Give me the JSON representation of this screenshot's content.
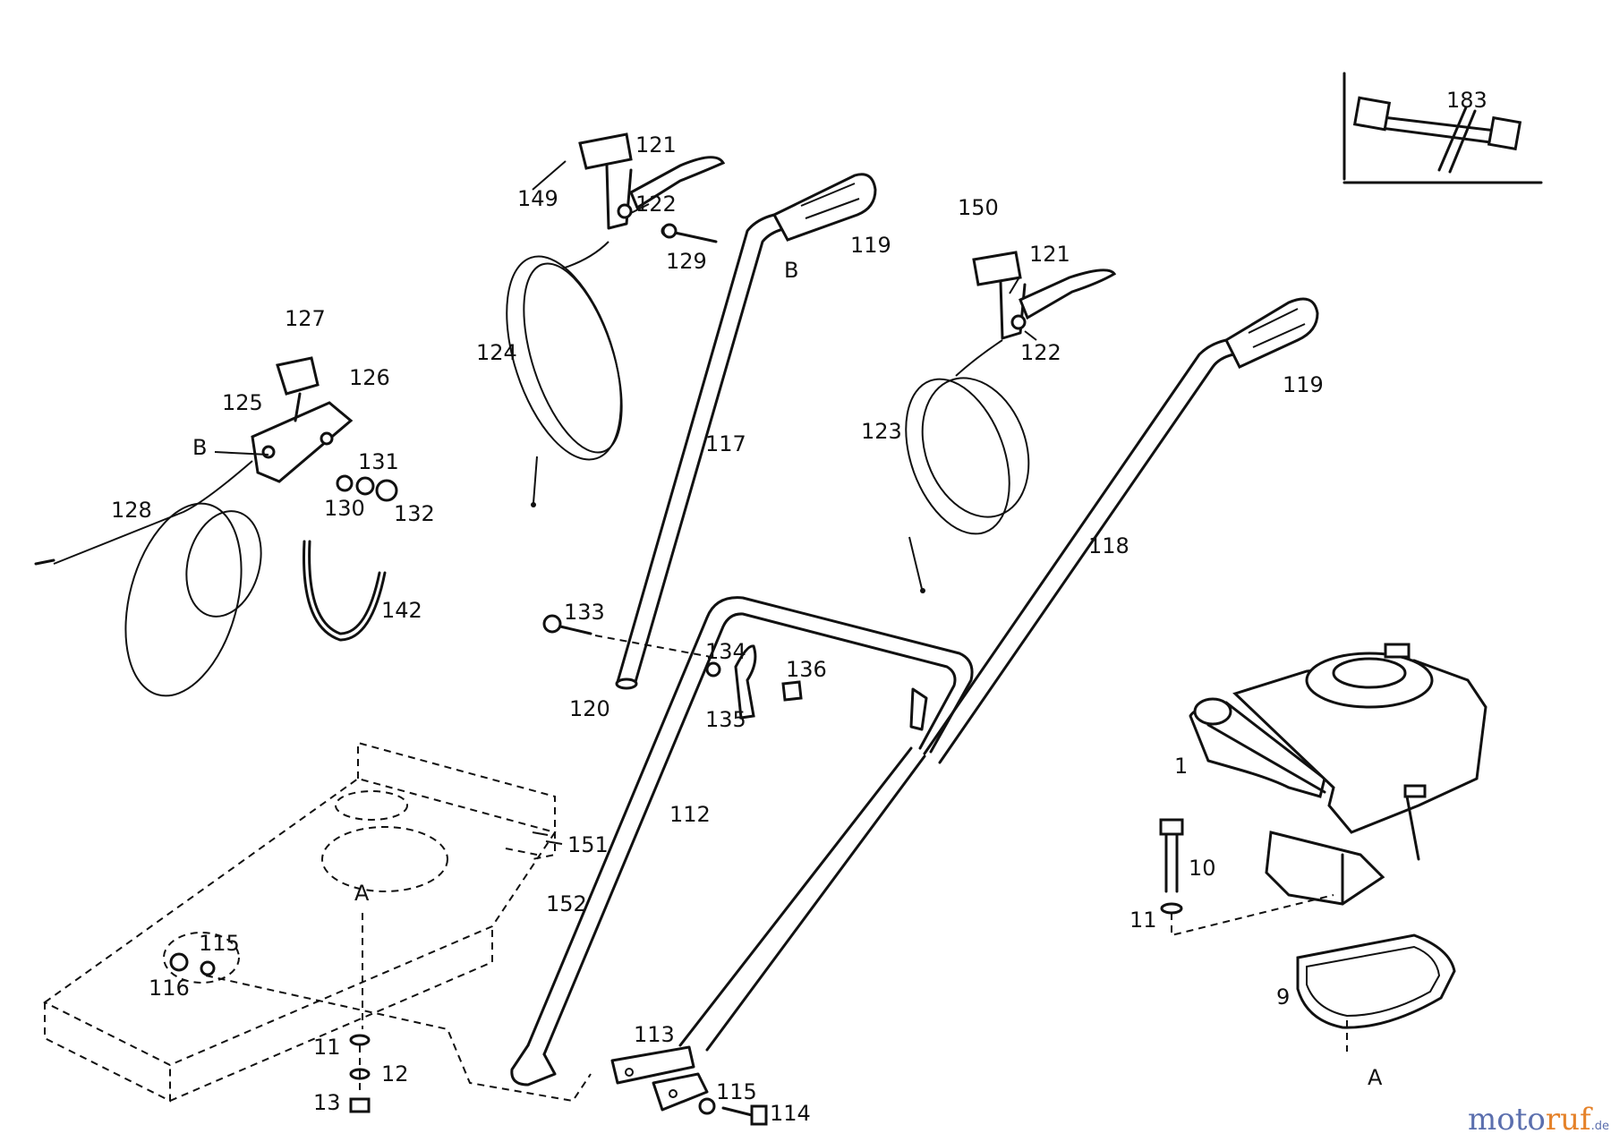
{
  "parts": {
    "p1": "1",
    "p9": "9",
    "p10": "10",
    "p11a": "11",
    "p11b": "11",
    "p12": "12",
    "p13": "13",
    "p112": "112",
    "p113": "113",
    "p114": "114",
    "p115a": "115",
    "p115b": "115",
    "p116": "116",
    "p117": "117",
    "p118": "118",
    "p119a": "119",
    "p119b": "119",
    "p120": "120",
    "p121a": "121",
    "p121b": "121",
    "p122a": "122",
    "p122b": "122",
    "p123": "123",
    "p124": "124",
    "p125": "125",
    "p126": "126",
    "p127": "127",
    "p128": "128",
    "p129": "129",
    "p130": "130",
    "p131": "131",
    "p132": "132",
    "p133": "133",
    "p134": "134",
    "p135": "135",
    "p136": "136",
    "p142": "142",
    "p149": "149",
    "p150": "150",
    "p151": "151",
    "p152": "152",
    "p183": "183"
  },
  "refs": {
    "a_top": "A",
    "a_bottom": "A",
    "b_left": "B",
    "b_handle": "B"
  },
  "watermark": {
    "moto": "moto",
    "ruf": "ruf",
    "de": ".de"
  }
}
